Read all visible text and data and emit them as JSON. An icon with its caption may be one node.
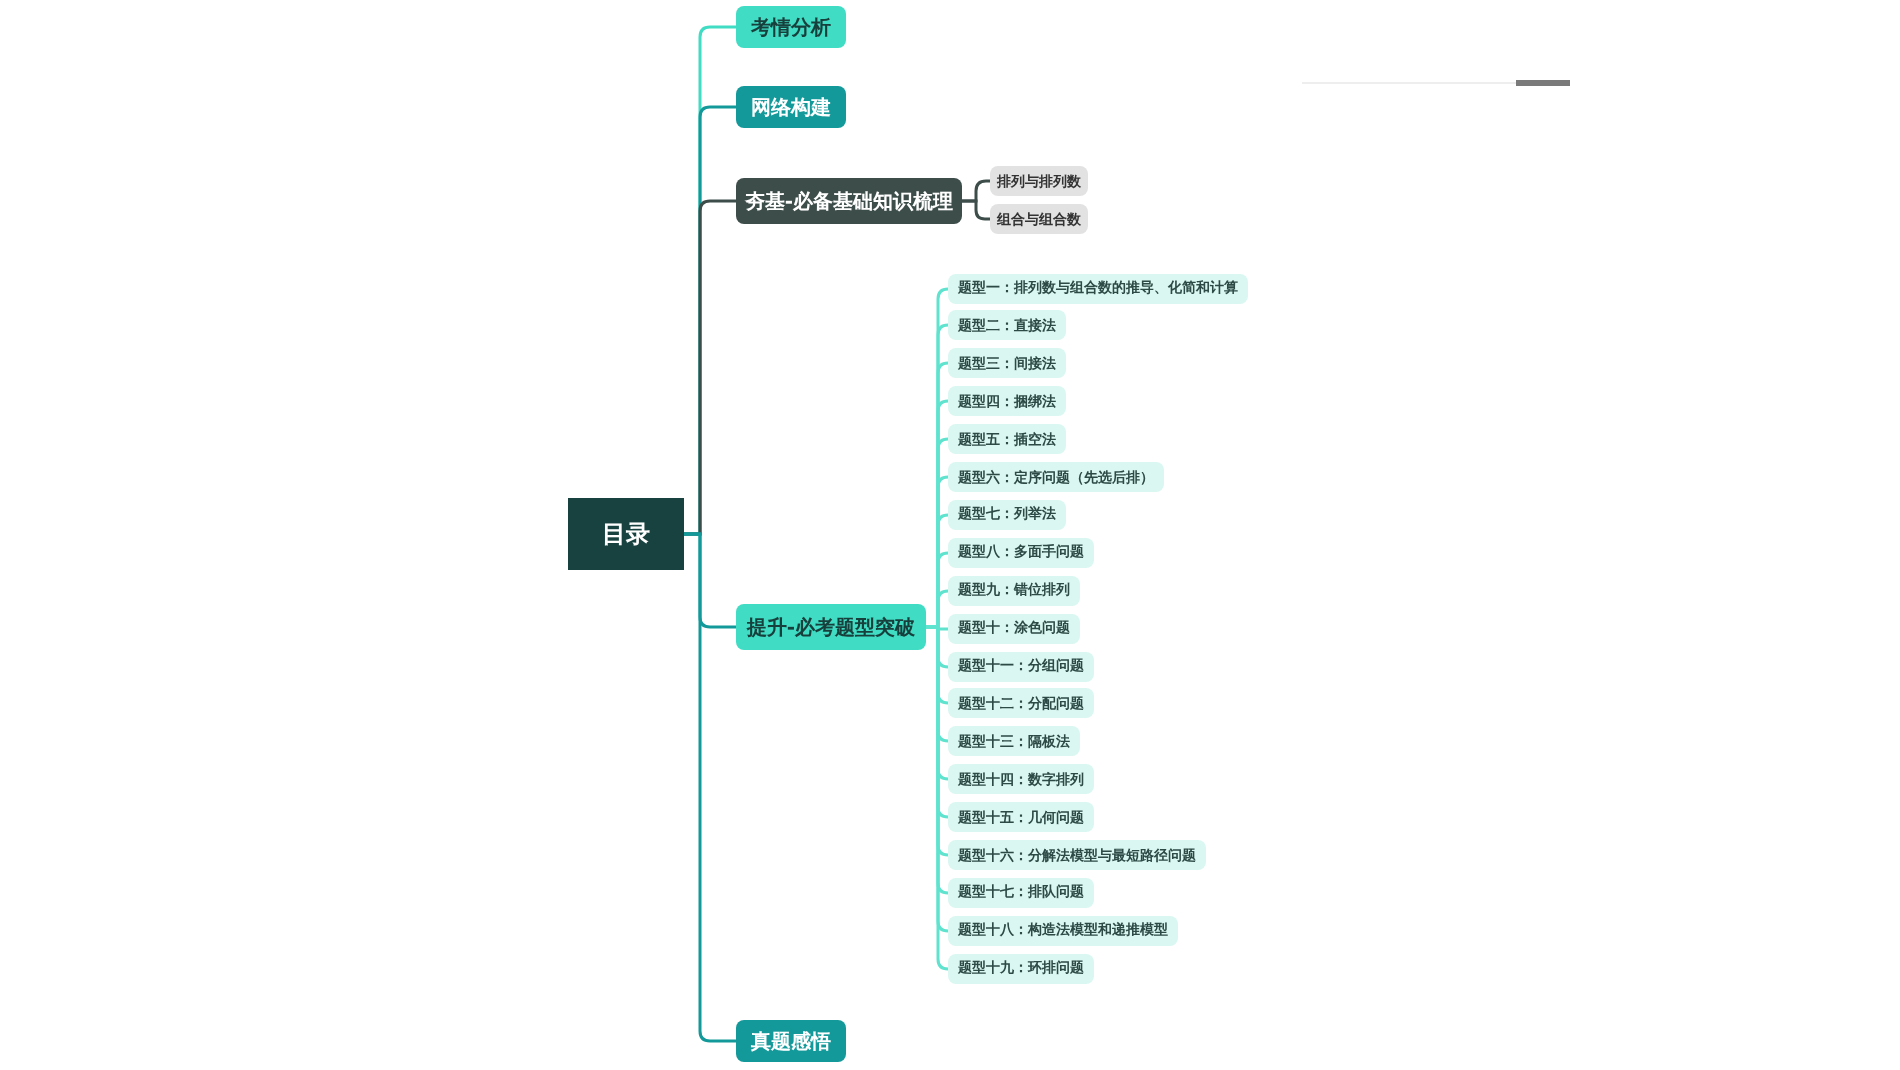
{
  "diagram": {
    "nodes": [
      {
        "text": [
          "目录"
        ]
      },
      {
        "text": [
          "考情分析"
        ]
      },
      {
        "text": [
          "网络构建"
        ]
      },
      {
        "text": [
          "夯基-必备基础知识梳理"
        ]
      },
      {
        "text": [
          "排列与排列数"
        ]
      },
      {
        "text": [
          "组合与组合数"
        ]
      },
      {
        "text": [
          "提升-必考题型突破"
        ]
      },
      {
        "text": [
          "题型一：排列数与组合数的推导、化简和计算"
        ]
      },
      {
        "text": [
          "题型二：直接法"
        ]
      },
      {
        "text": [
          "题型三：间接法"
        ]
      },
      {
        "text": [
          "题型四：捆绑法"
        ]
      },
      {
        "text": [
          "题型五：插空法"
        ]
      },
      {
        "text": [
          "题型六：定序问题（先选后排）"
        ]
      },
      {
        "text": [
          "题型七：列举法"
        ]
      },
      {
        "text": [
          "题型八：多面手问题"
        ]
      },
      {
        "text": [
          "题型九：错位排列"
        ]
      },
      {
        "text": [
          "题型十：涂色问题"
        ]
      },
      {
        "text": [
          "题型十一：分组问题"
        ]
      },
      {
        "text": [
          "题型十二：分配问题"
        ]
      },
      {
        "text": [
          "题型十三：隔板法"
        ]
      },
      {
        "text": [
          "题型十四：数字排列"
        ]
      },
      {
        "text": [
          "题型十五：几何问题"
        ]
      },
      {
        "text": [
          "题型十六：分解法模型与最短路径问题"
        ]
      },
      {
        "text": [
          "题型十七：排队问题"
        ]
      },
      {
        "text": [
          "题型十八：构造法模型和递推模型"
        ]
      },
      {
        "text": [
          "题型十九：环排问题"
        ]
      },
      {
        "text": [
          "真题感悟"
        ]
      }
    ],
    "edges": [
      {
        "from": 0,
        "to": 1,
        "arrow": "none",
        "color": "#40dcc4"
      },
      {
        "from": 0,
        "to": 2,
        "arrow": "none",
        "color": "#14999a"
      },
      {
        "from": 0,
        "to": 3,
        "arrow": "none",
        "color": "#3d4d4a"
      },
      {
        "from": 3,
        "to": 4,
        "arrow": "none",
        "color": "#3d4d4a"
      },
      {
        "from": 3,
        "to": 5,
        "arrow": "none",
        "color": "#3d4d4a"
      },
      {
        "from": 0,
        "to": 6,
        "arrow": "none",
        "color": "#14999a"
      },
      {
        "from": 6,
        "to": 7,
        "arrow": "none"
      },
      {
        "from": 6,
        "to": 8,
        "arrow": "none"
      },
      {
        "from": 6,
        "to": 9,
        "arrow": "none"
      },
      {
        "from": 6,
        "to": 10,
        "arrow": "none"
      },
      {
        "from": 6,
        "to": 11,
        "arrow": "none"
      },
      {
        "from": 6,
        "to": 12,
        "arrow": "none"
      },
      {
        "from": 6,
        "to": 13,
        "arrow": "none"
      },
      {
        "from": 6,
        "to": 14,
        "arrow": "none"
      },
      {
        "from": 6,
        "to": 15,
        "arrow": "none"
      },
      {
        "from": 6,
        "to": 16,
        "arrow": "none"
      },
      {
        "from": 6,
        "to": 17,
        "arrow": "none"
      },
      {
        "from": 6,
        "to": 18,
        "arrow": "none"
      },
      {
        "from": 6,
        "to": 19,
        "arrow": "none"
      },
      {
        "from": 6,
        "to": 20,
        "arrow": "none"
      },
      {
        "from": 6,
        "to": 21,
        "arrow": "none"
      },
      {
        "from": 6,
        "to": 22,
        "arrow": "none"
      },
      {
        "from": 6,
        "to": 23,
        "arrow": "none"
      },
      {
        "from": 6,
        "to": 24,
        "arrow": "none"
      },
      {
        "from": 6,
        "to": 25,
        "arrow": "none"
      },
      {
        "from": 0,
        "to": 26,
        "arrow": "none",
        "color": "#14999a"
      }
    ]
  }
}
